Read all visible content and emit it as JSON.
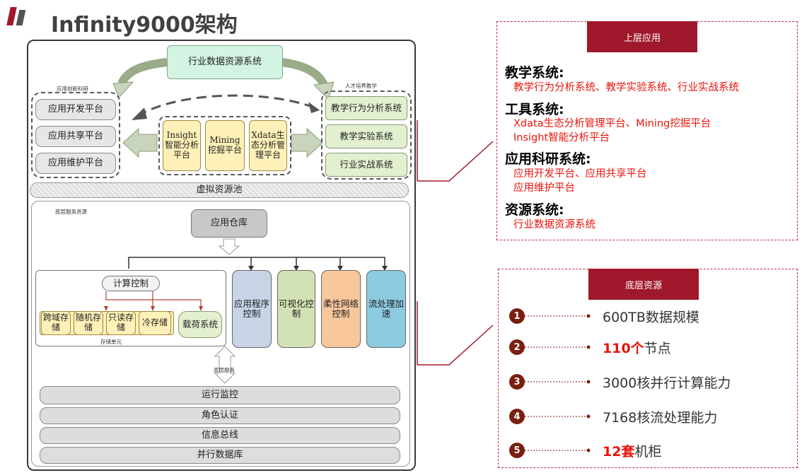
{
  "title": "Infinity9000架构",
  "diagram": {
    "top_box": "行业数据资源系统",
    "left_group_label": "应用创新科研",
    "right_group_label": "人才培养教学",
    "left_items": [
      "应用开发平台",
      "应用共享平台",
      "应用维护平台"
    ],
    "right_items": [
      "教学行为分析系统",
      "教学实验系统",
      "行业实战系统"
    ],
    "center_items": [
      "Insight智能分析平台",
      "Mining挖掘平台",
      "Xdata生态分析管理平台"
    ],
    "virtual_pool": "虚拟资源池",
    "bottom_label": "底层服务资源",
    "repo": "应用仓库",
    "compute_control": "计算控制",
    "storage": [
      "跨域存储",
      "随机存储",
      "只读存储",
      "冷存储"
    ],
    "load_system": "载荷系统",
    "storage_label": "存储单元",
    "columns": [
      "应用程序控制",
      "可视化控制",
      "柔性网络控制",
      "流处理加速"
    ],
    "service_label": "底层服务",
    "layers": [
      "运行监控",
      "角色认证",
      "信息总线",
      "并行数据库"
    ]
  },
  "upper_panel": {
    "header": "上层应用",
    "systems": [
      {
        "name": "教学系统:",
        "lines": [
          "教学行为分析系统、教学实验系统、行业实战系统"
        ]
      },
      {
        "name": "工具系统:",
        "lines": [
          "Xdata生态分析管理平台、Mining挖掘平台",
          "Insight智能分析平台"
        ]
      },
      {
        "name": "应用科研系统:",
        "lines": [
          "应用开发平台、应用共享平台",
          "应用维护平台"
        ]
      },
      {
        "name": "资源系统:",
        "lines": [
          "行业数据资源系统"
        ]
      }
    ]
  },
  "lower_panel": {
    "header": "底层资源",
    "items": [
      {
        "num": "1",
        "bold": "",
        "text": "600TB数据规模"
      },
      {
        "num": "2",
        "bold": "110个",
        "text": "节点"
      },
      {
        "num": "3",
        "bold": "",
        "text": "3000核并行计算能力"
      },
      {
        "num": "4",
        "bold": "",
        "text": "7168核流处理能力"
      },
      {
        "num": "5",
        "bold": "12套",
        "text": "机柜"
      }
    ]
  },
  "colors": {
    "accent": "#a0182b",
    "red_text": "#e8140c",
    "number_circle": "#7a1f10",
    "col_blue": "#c7d4e6",
    "col_green": "#d2e2b4",
    "col_orange": "#f9c79c",
    "col_cyan": "#8ccbe0",
    "top_box": "#d3f4e2"
  }
}
